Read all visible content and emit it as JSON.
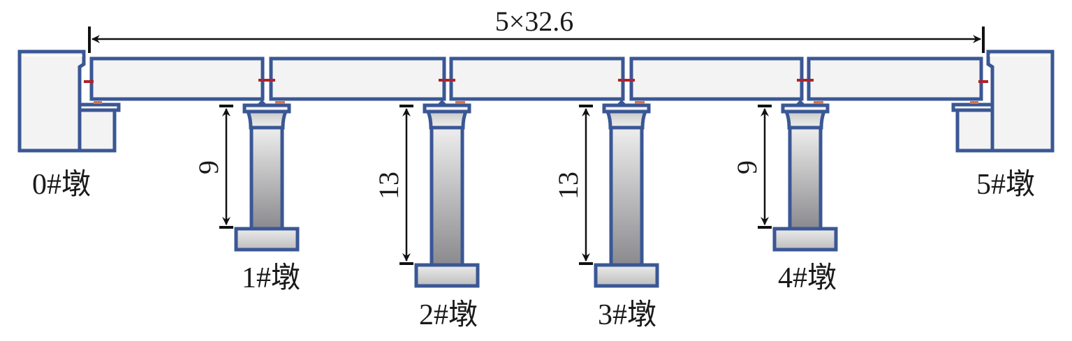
{
  "title": "5×32.6",
  "colors": {
    "outline": "#3a5795",
    "fill": "#f3f3f3",
    "bearing_red": "#b0222a",
    "bearing_orange": "#d9714a",
    "dim": "#111111"
  },
  "piers": [
    {
      "label": "0#墩",
      "type": "abutment"
    },
    {
      "label": "1#墩",
      "type": "pier",
      "height_label": "9"
    },
    {
      "label": "2#墩",
      "type": "pier",
      "height_label": "13"
    },
    {
      "label": "3#墩",
      "type": "pier",
      "height_label": "13"
    },
    {
      "label": "4#墩",
      "type": "pier",
      "height_label": "9"
    },
    {
      "label": "5#墩",
      "type": "abutment"
    }
  ],
  "span_count": 5
}
